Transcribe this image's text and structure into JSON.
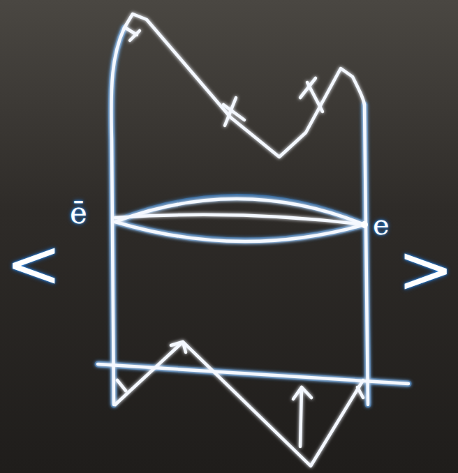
{
  "diagram": {
    "labels": [
      "ē",
      "e",
      "<",
      ">"
    ]
  }
}
